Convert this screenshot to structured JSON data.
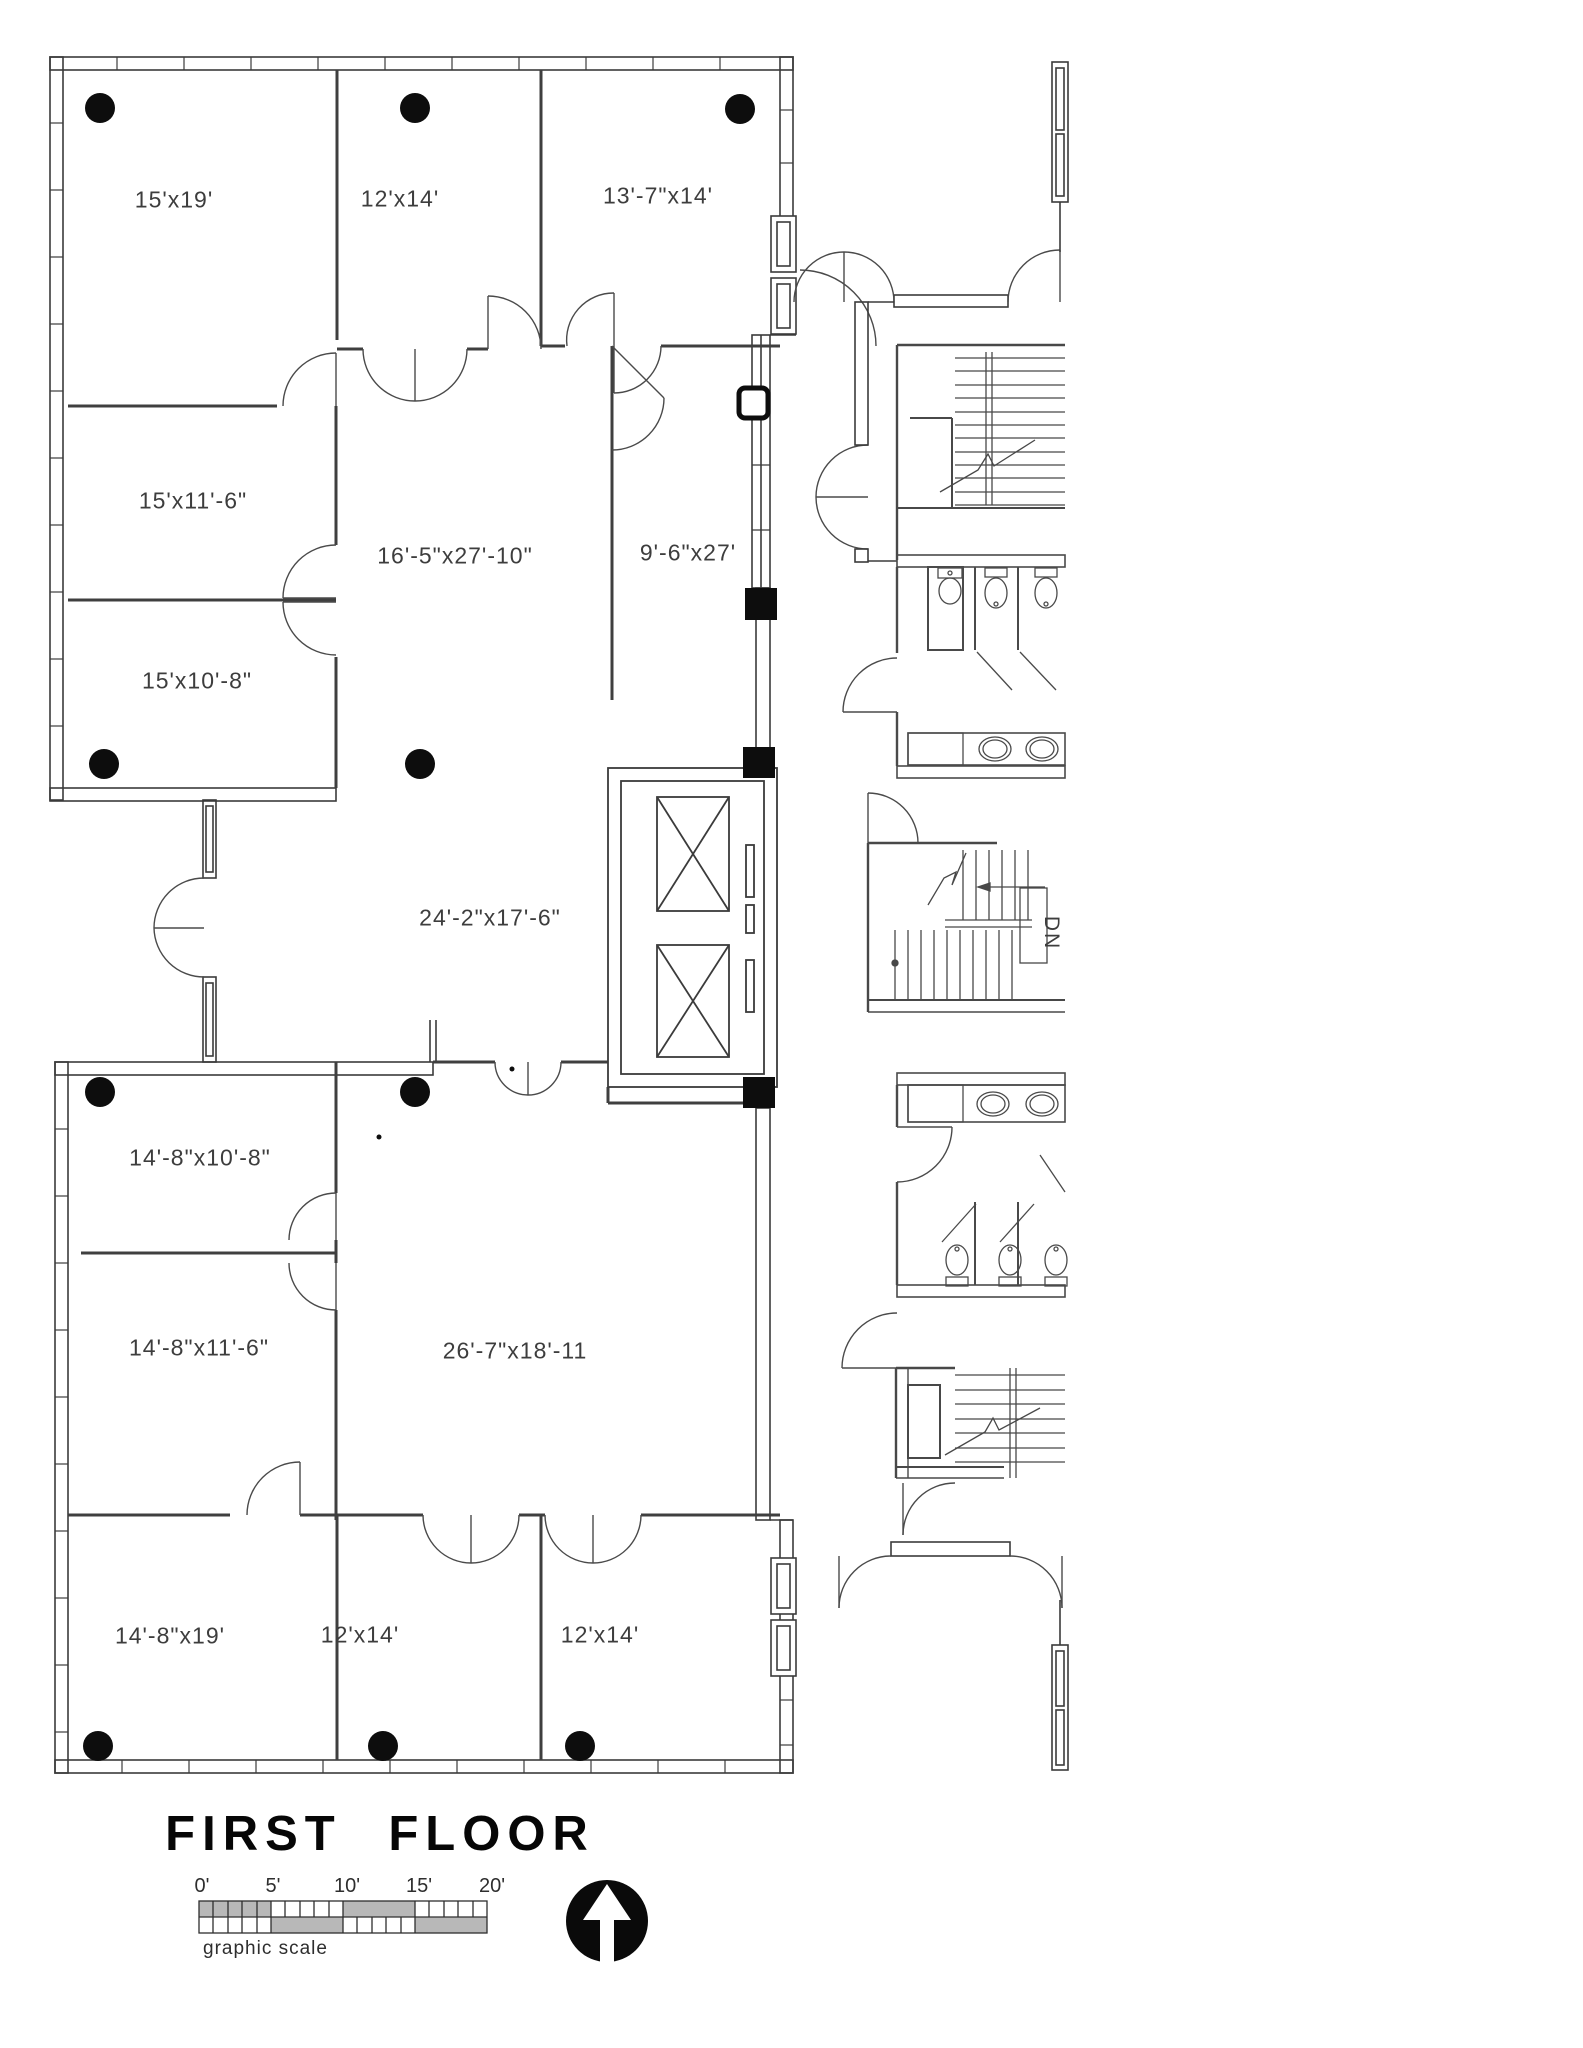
{
  "title": "FIRST FLOOR",
  "room_labels": [
    {
      "label": "15'x19'"
    },
    {
      "label": "12'x14'"
    },
    {
      "label": "13'-7\"x14'"
    },
    {
      "label": "15'x11'-6\""
    },
    {
      "label": "16'-5\"x27'-10\""
    },
    {
      "label": "9'-6\"x27'"
    },
    {
      "label": "15'x10'-8\""
    },
    {
      "label": "24'-2\"x17'-6\""
    },
    {
      "label": "14'-8\"x10'-8\""
    },
    {
      "label": "14'-8\"x11'-6\""
    },
    {
      "label": "26'-7\"x18'-11"
    },
    {
      "label": "14'-8\"x19'"
    },
    {
      "label": "12'x14'"
    },
    {
      "label": "12'x14'"
    }
  ],
  "stair_label": "DN",
  "scale_bar": {
    "tick_labels": [
      "0'",
      "5'",
      "10'",
      "15'",
      "20'"
    ],
    "caption": "graphic scale"
  },
  "icons": {
    "north_arrow": "north-arrow"
  },
  "colors": {
    "line": "#3b3b3b",
    "scale_gray": "#b8b8b8",
    "column_black": "#0d0d0d",
    "background": "#ffffff"
  }
}
